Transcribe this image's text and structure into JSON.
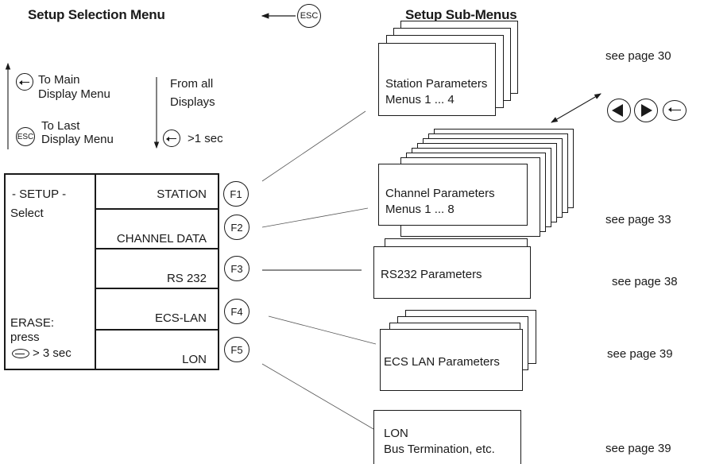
{
  "headers": {
    "left": "Setup Selection Menu",
    "right": "Setup Sub-Menus",
    "esc_key": "ESC"
  },
  "navigation": {
    "to_main": "To Main\nDisplay Menu",
    "to_main_l1": "To Main",
    "to_main_l2": "Display Menu",
    "to_last_l1": "To Last",
    "to_last_l2": "Display Menu",
    "esc_key": "ESC",
    "from_all_l1": "From all",
    "from_all_l2": "Displays",
    "hold": ">1 sec"
  },
  "setup_menu": {
    "title": "- SETUP -",
    "select": "Select",
    "erase_l1": "ERASE:",
    "erase_l2": "press",
    "erase_l3": "> 3 sec",
    "items": [
      {
        "label": "STATION",
        "key": "F1"
      },
      {
        "label": "CHANNEL DATA",
        "key": "F2"
      },
      {
        "label": "RS 232",
        "key": "F3"
      },
      {
        "label": "ECS-LAN",
        "key": "F4"
      },
      {
        "label": "LON",
        "key": "F5"
      }
    ]
  },
  "submenus": [
    {
      "line1": "Station Parameters",
      "line2": "Menus 1 ... 4",
      "page": "see page 30"
    },
    {
      "line1": "Channel Parameters",
      "line2": "Menus 1 ... 8",
      "page": "see page 33"
    },
    {
      "line1": "RS232 Parameters",
      "line2": "",
      "page": "see page 38"
    },
    {
      "line1": "ECS LAN Parameters",
      "line2": "",
      "page": "see page 39"
    },
    {
      "line1": "LON",
      "line2": "Bus Termination, etc.",
      "page": "see page 39"
    }
  ],
  "icons": [
    "left-arrow-icon",
    "right-arrow-icon",
    "enter-icon"
  ]
}
